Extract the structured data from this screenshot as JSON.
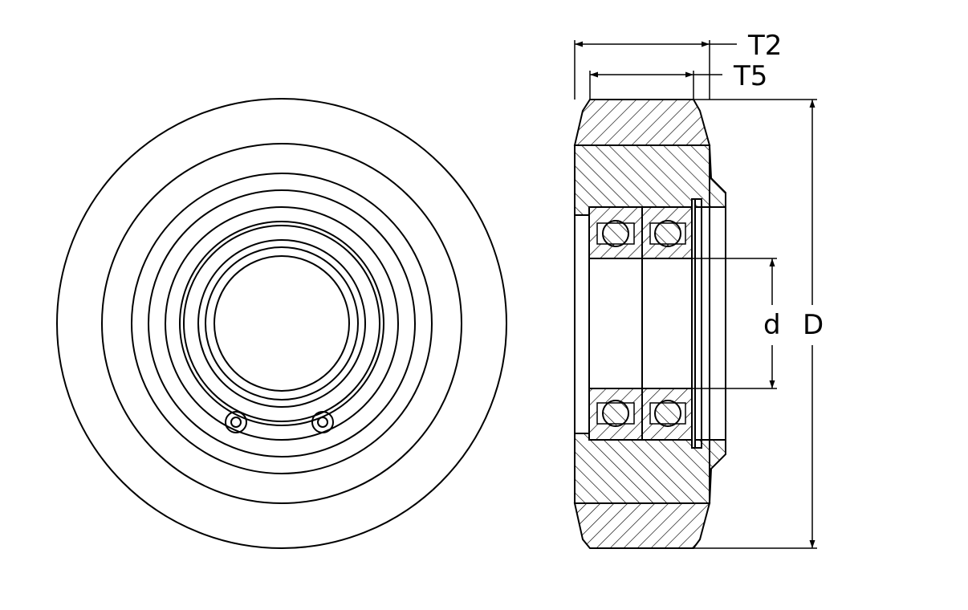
{
  "drawing": {
    "type": "technical-drawing",
    "subject": "bearing roller",
    "views": [
      "front-view",
      "section-view"
    ],
    "stroke_color": "#000000",
    "background_color": "#ffffff"
  },
  "dimensions": {
    "t2": "T2",
    "t5": "T5",
    "inner_diameter": "d",
    "outer_diameter": "D"
  }
}
